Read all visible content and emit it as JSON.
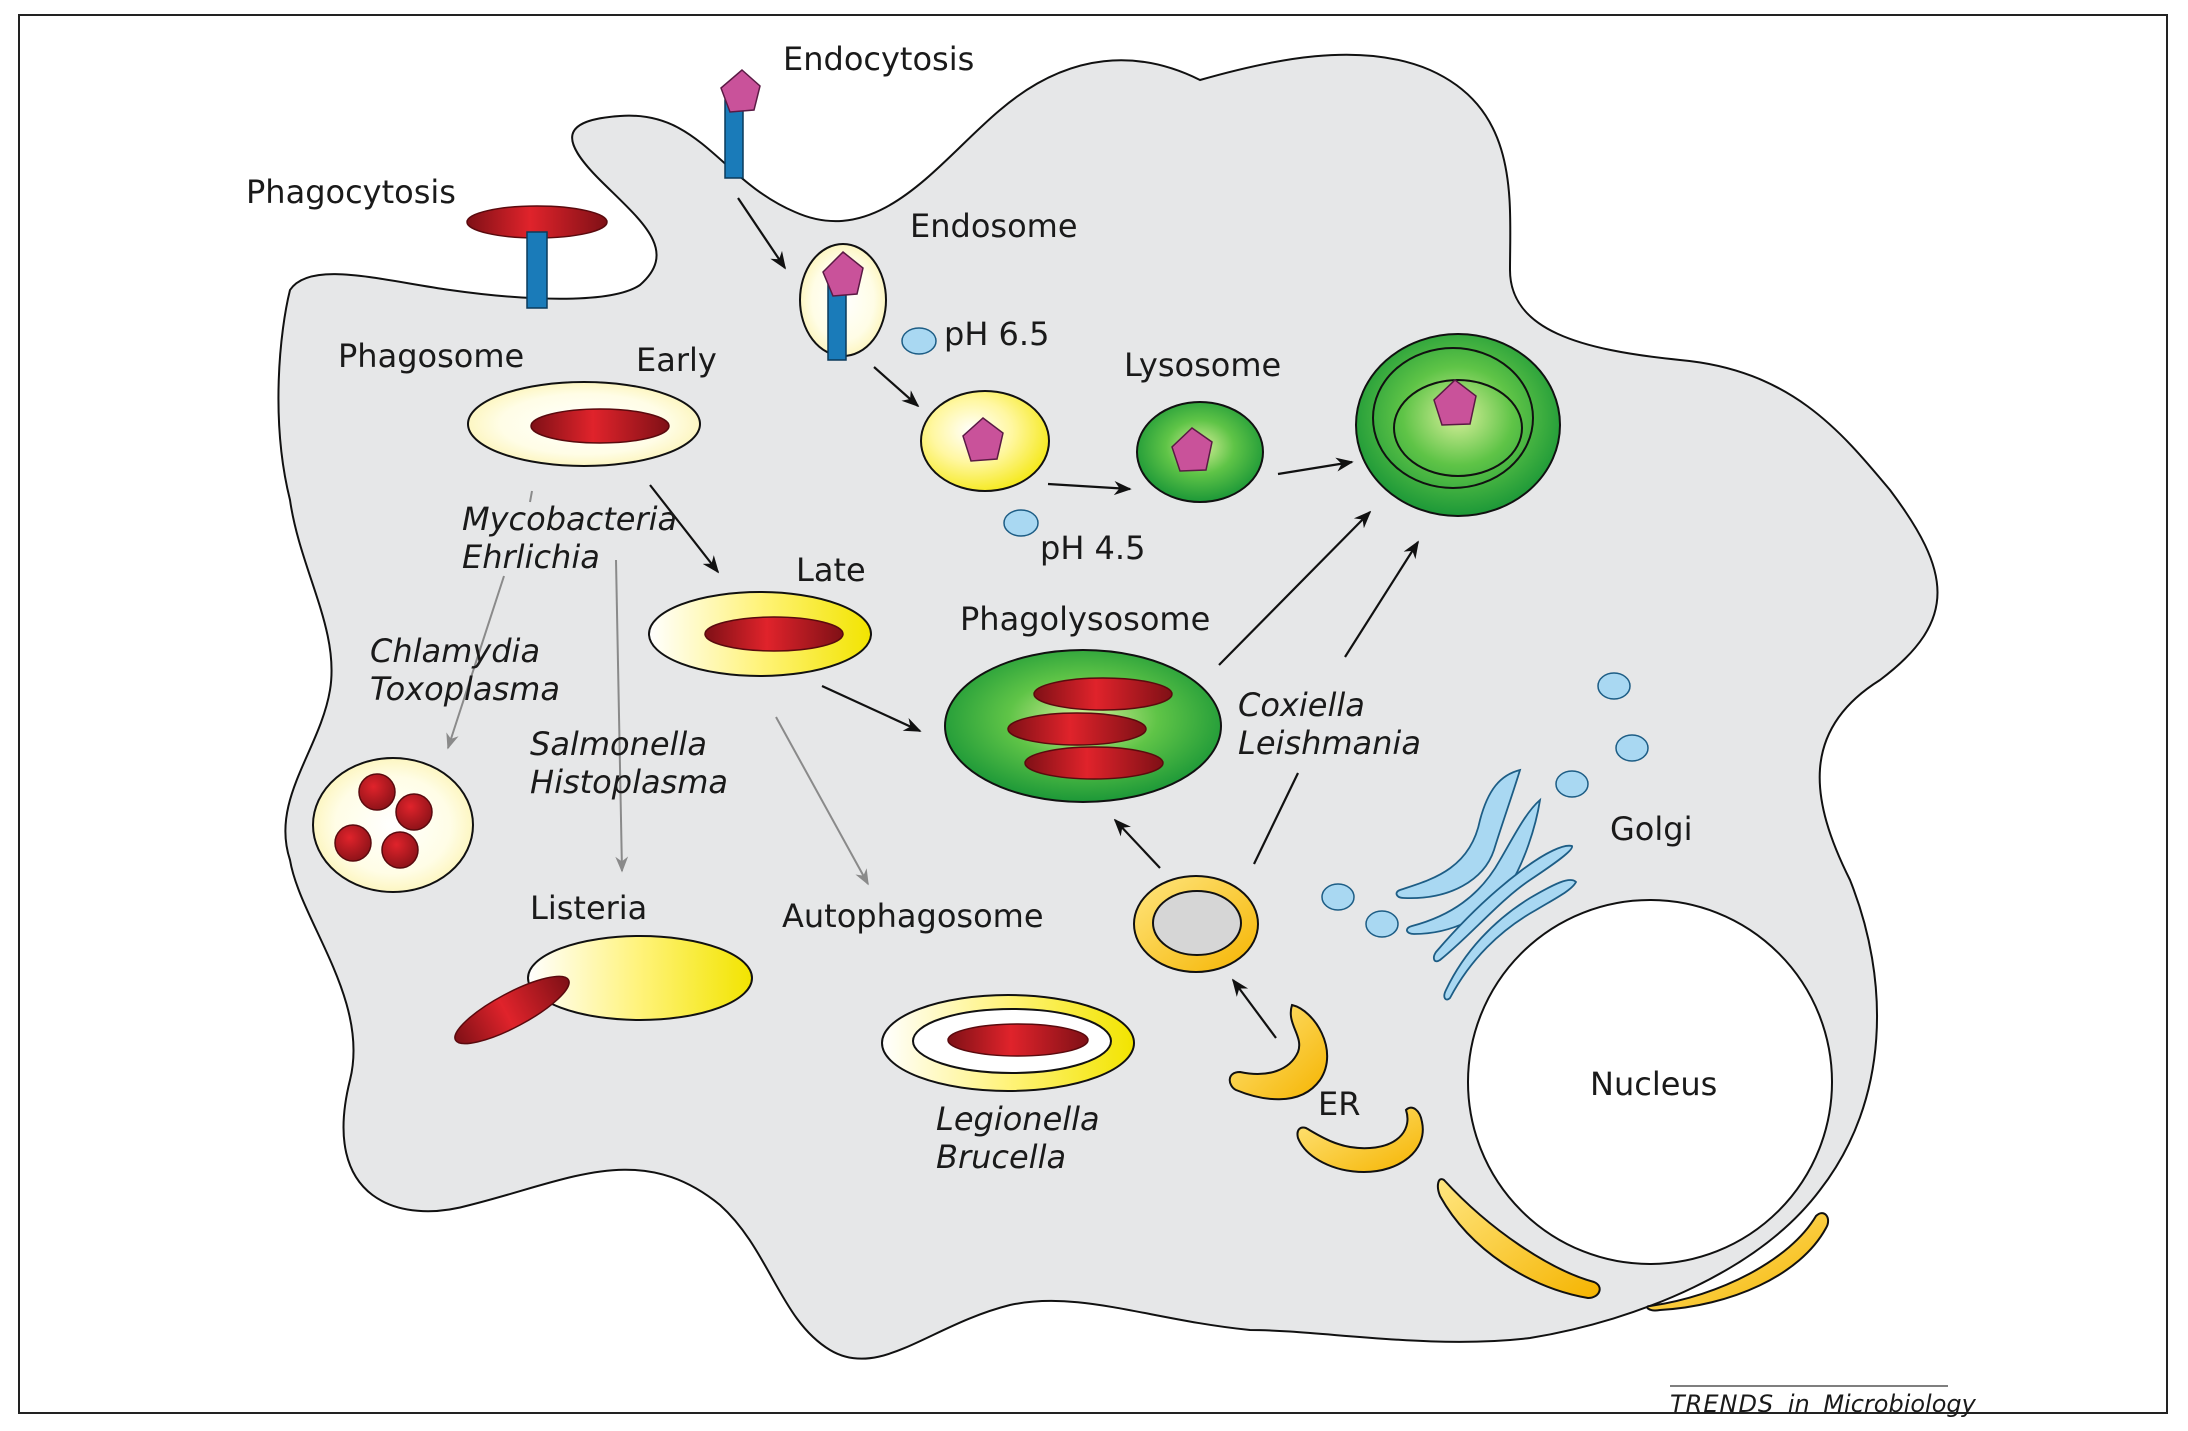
{
  "labels": {
    "phagocytosis": "Phagocytosis",
    "endocytosis": "Endocytosis",
    "endosome": "Endosome",
    "ph65": "pH 6.5",
    "ph45": "pH 4.5",
    "lysosome": "Lysosome",
    "phagosome": "Phagosome",
    "early": "Early",
    "late": "Late",
    "phagolysosome": "Phagolysosome",
    "autophagosome": "Autophagosome",
    "listeria": "Listeria",
    "golgi": "Golgi",
    "nucleus": "Nucleus",
    "er": "ER"
  },
  "organisms": {
    "mycobacteria": "Mycobacteria",
    "ehrlichia": "Ehrlichia",
    "chlamydia": "Chlamydia",
    "toxoplasma": "Toxoplasma",
    "salmonella": "Salmonella",
    "histoplasma": "Histoplasma",
    "coxiella": "Coxiella",
    "leishmania": "Leishmania",
    "legionella": "Legionella",
    "brucella": "Brucella"
  },
  "credit": {
    "journal": "TRENDS",
    "in": "in",
    "field": "Microbiology"
  },
  "colors": {
    "cytoplasm": "#e6e7e8",
    "bacterium": "#c8202a",
    "receptor": "#1a7bb9",
    "ligand": "#c9529a",
    "yellow_vesicle": "#fff200",
    "green_lysosome": "#14a038",
    "light_blue_vesicle": "#a9d8f2",
    "er_golgi": "#ffc20e"
  }
}
